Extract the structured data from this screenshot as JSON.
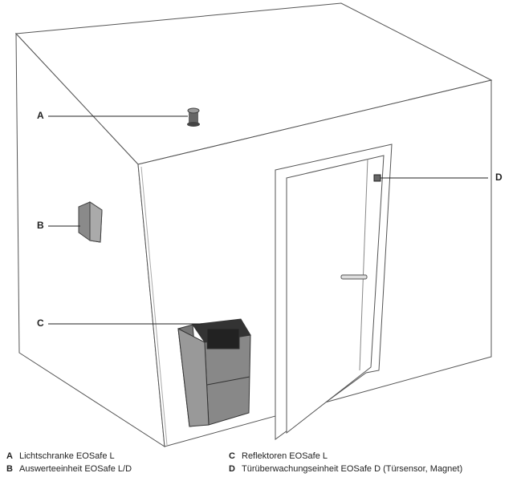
{
  "callouts": {
    "a": "A",
    "b": "B",
    "c": "C",
    "d": "D"
  },
  "legend": [
    {
      "key": "A",
      "text": "Lichtschranke EOSafe L"
    },
    {
      "key": "B",
      "text": "Auswerteeinheit EOSafe L/D"
    },
    {
      "key": "C",
      "text": "Reflektoren EOSafe L"
    },
    {
      "key": "D",
      "text": "Türüberwachungseinheit EOSafe D (Türsensor, Magnet)"
    }
  ]
}
